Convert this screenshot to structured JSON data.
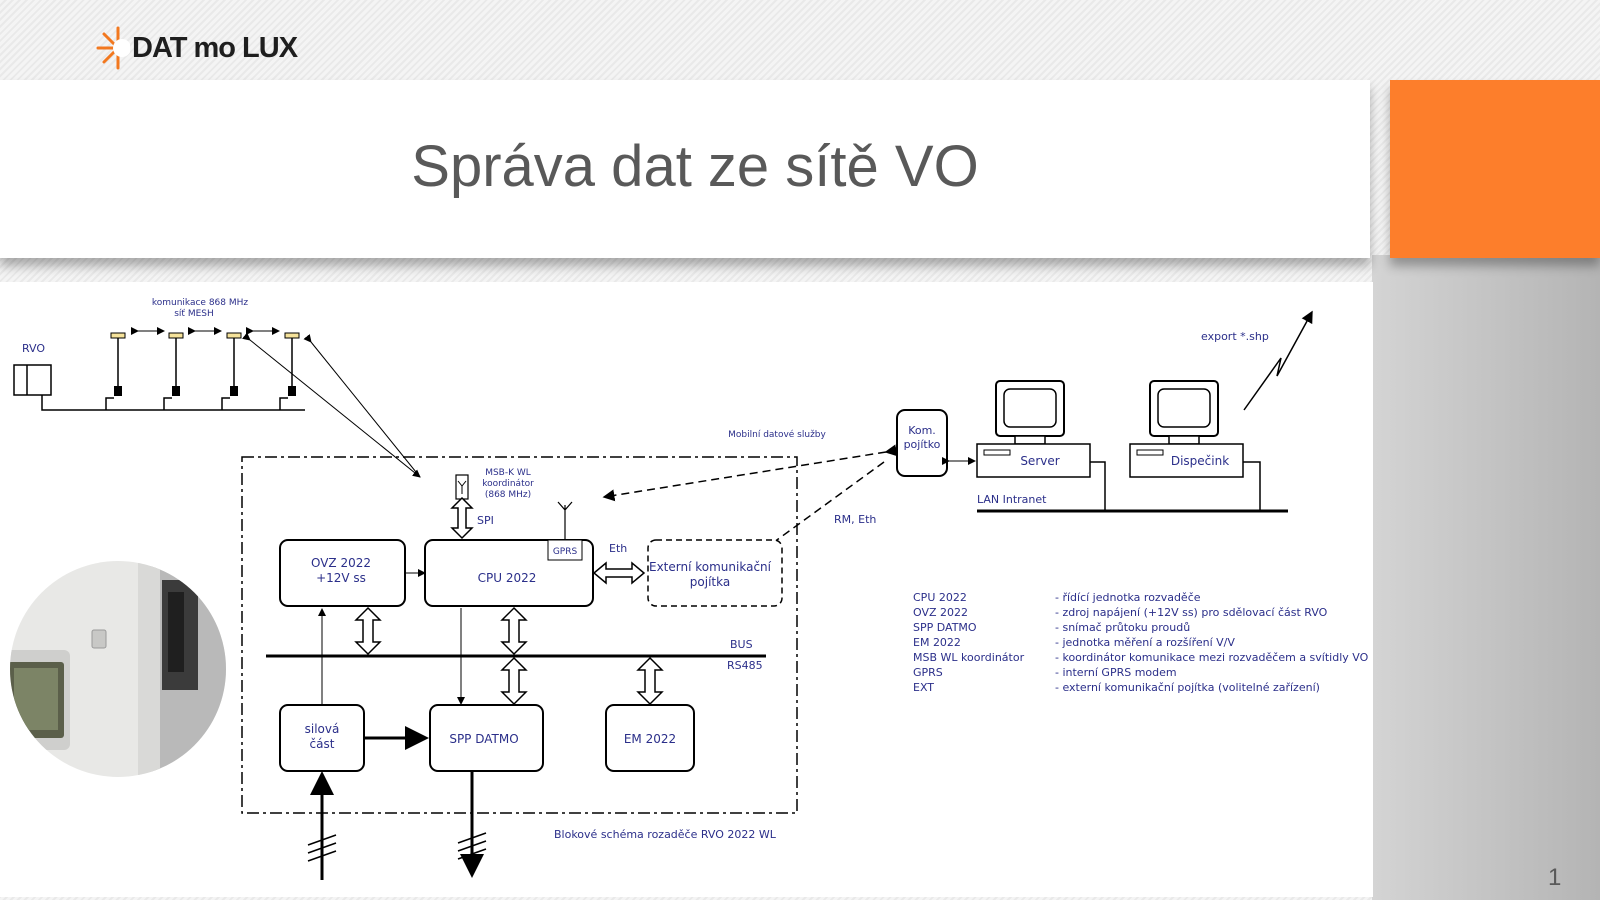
{
  "logo": {
    "text": "DAT mo LUX"
  },
  "slide": {
    "title": "Správa dat ze sítě VO",
    "page_number": "1"
  },
  "colors": {
    "accent": "#fd7e2b",
    "diagram_text": "#2b2f8a",
    "title_text": "#595959"
  },
  "diagram": {
    "mesh_label_1": "komunikace 868 MHz",
    "mesh_label_2": "síť MESH",
    "rvo": "RVO",
    "mobile_services": "Mobilní datové služby",
    "kom_1": "Kom.",
    "kom_2": "pojítko",
    "server": "Server",
    "dispatch": "Dispečink",
    "lan": "LAN Intranet",
    "export": "export *.shp",
    "rm_eth": "RM, Eth",
    "msb_1": "MSB-K WL",
    "msb_2": "koordinátor",
    "msb_3": "(868 MHz)",
    "spi": "SPI",
    "gprs": "GPRS",
    "eth": "Eth",
    "ovz_1": "OVZ 2022",
    "ovz_2": "+12V ss",
    "cpu": "CPU 2022",
    "ext_1": "Externí komunikační",
    "ext_2": "pojítka",
    "bus": "BUS",
    "rs485": "RS485",
    "silova_1": "silová",
    "silova_2": "část",
    "spp": "SPP DATMO",
    "em": "EM 2022",
    "caption": "Blokové schéma rozaděče RVO 2022 WL"
  },
  "legend": [
    {
      "term": "CPU 2022",
      "desc": "- řídící jednotka rozvaděče"
    },
    {
      "term": "OVZ 2022",
      "desc": "- zdroj napájení (+12V ss) pro sdělovací část RVO"
    },
    {
      "term": "SPP DATMO",
      "desc": "- snímač průtoku proudů"
    },
    {
      "term": "EM 2022",
      "desc": "- jednotka měření a rozšíření V/V"
    },
    {
      "term": "MSB WL koordinátor",
      "desc": "- koordinátor komunikace mezi rozvaděčem a svítidly VO"
    },
    {
      "term": "GPRS",
      "desc": "- interní GPRS modem"
    },
    {
      "term": "EXT",
      "desc": "- externí komunikační pojítka (volitelné zařízení)"
    }
  ]
}
